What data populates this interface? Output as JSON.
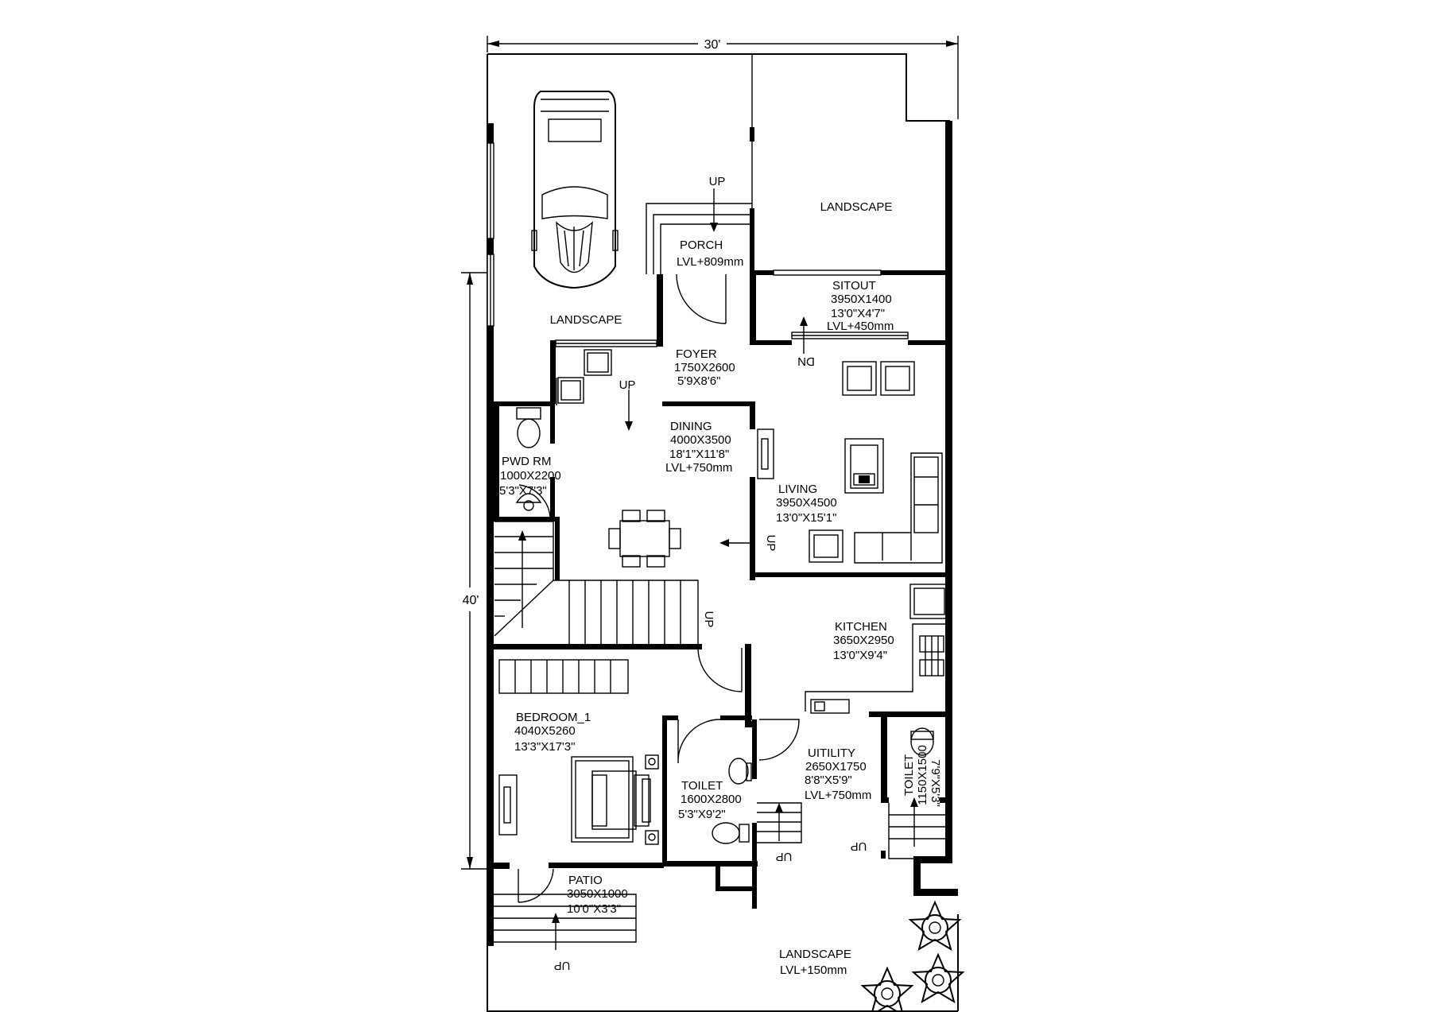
{
  "dimensions": {
    "width": "30'",
    "depth": "40'"
  },
  "rooms": {
    "landscape_front_left": {
      "name": "LANDSCAPE"
    },
    "landscape_front_right": {
      "name": "LANDSCAPE"
    },
    "porch": {
      "name": "PORCH",
      "level": "LVL+809mm",
      "stair": "UP"
    },
    "sitout": {
      "name": "SITOUT",
      "size_mm": "3950X1400",
      "size_ft": "13'0\"X4'7\"",
      "level": "LVL+450mm",
      "stair": "DN"
    },
    "foyer": {
      "name": "FOYER",
      "size_mm": "1750X2600",
      "size_ft": "5'9X8'6\"",
      "stair": "UP"
    },
    "dining": {
      "name": "DINING",
      "size_mm": "4000X3500",
      "size_ft": "18'1\"X11'8\"",
      "level": "LVL+750mm"
    },
    "pwd_rm": {
      "name": "PWD RM",
      "size_mm": "1000X2200",
      "size_ft": "5'3\"X7'3\""
    },
    "living": {
      "name": "LIVING",
      "size_mm": "3950X4500",
      "size_ft": "13'0\"X15'1\"",
      "stair": "UP"
    },
    "main_stair": {
      "label": "UP"
    },
    "kitchen": {
      "name": "KITCHEN",
      "size_mm": "3650X2950",
      "size_ft": "13'0\"X9'4\""
    },
    "bedroom_1": {
      "name": "BEDROOM_1",
      "size_mm": "4040X5260",
      "size_ft": "13'3\"X17'3\""
    },
    "toilet_1": {
      "name": "TOILET",
      "size_mm": "1600X2800",
      "size_ft": "5'3\"X9'2\""
    },
    "utility": {
      "name": "UITILITY",
      "size_mm": "2650X1750",
      "size_ft": "8'8\"X5'9\"",
      "level": "LVL+750mm",
      "stair": "UP"
    },
    "toilet_2": {
      "name": "TOILET",
      "size_mm": "1150X1500",
      "size_ft": "7'9\"X5'3\"",
      "stair": "UP"
    },
    "patio": {
      "name": "PATIO",
      "size_mm": "3050X1000",
      "size_ft": "10'0\"X3'3\"",
      "stair": "UP"
    },
    "landscape_rear": {
      "name": "LANDSCAPE",
      "level": "LVL+150mm"
    }
  }
}
